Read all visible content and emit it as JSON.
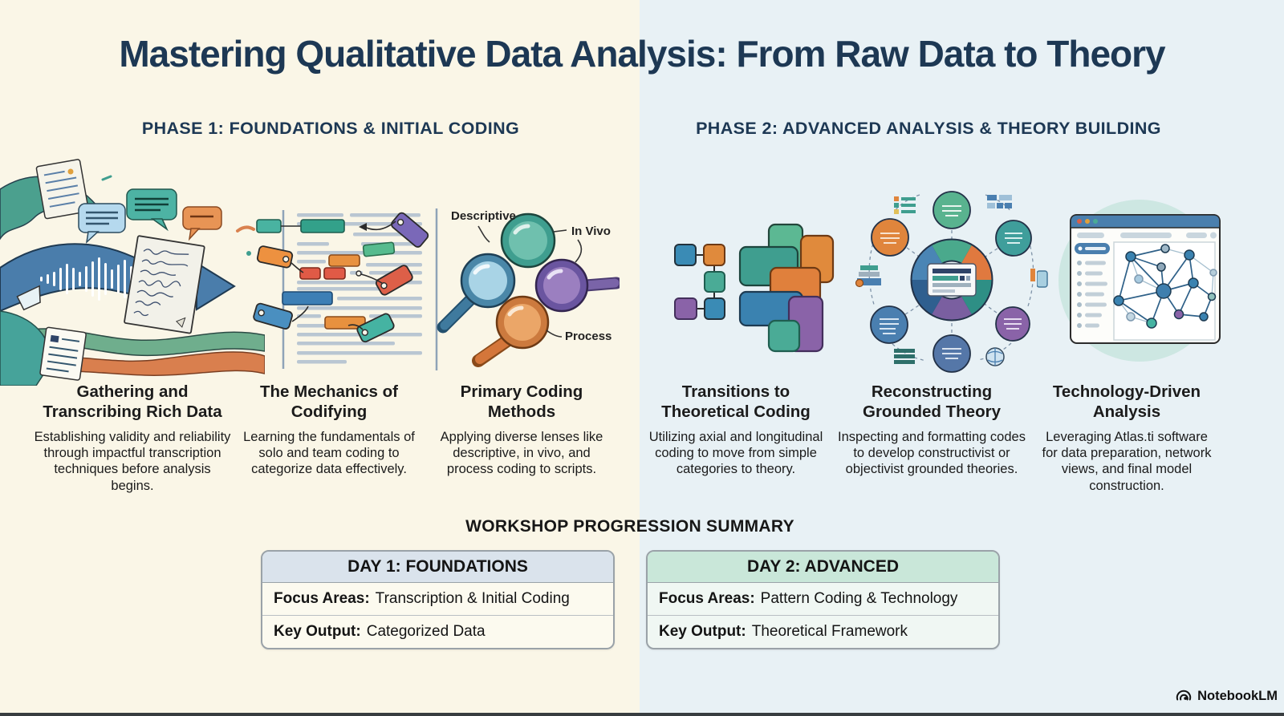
{
  "page": {
    "title": "Mastering Qualitative Data Analysis: From Raw Data to Theory",
    "watermark": "NotebookLM"
  },
  "phases": [
    {
      "label": "PHASE 1: FOUNDATIONS & INITIAL CODING",
      "columns": [
        {
          "title": "Gathering and\nTranscribing Rich Data",
          "description": "Establishing validity and reliability through impactful transcription techniques before analysis begins.",
          "illustration": "data-collection-flow-collage"
        },
        {
          "title": "The Mechanics of\nCodifying",
          "description": "Learning the fundamentals of solo and team coding to categorize data effectively.",
          "illustration": "document-tagging-illustration"
        },
        {
          "title": "Primary Coding\nMethods",
          "description": "Applying diverse lenses like descriptive, in vivo, and process coding to scripts.",
          "illustration": "magnifier-cluster-illustration",
          "labels": [
            "Descriptive",
            "In Vivo",
            "Process"
          ]
        }
      ]
    },
    {
      "label": "PHASE 2: ADVANCED ANALYSIS & THEORY BUILDING",
      "columns": [
        {
          "title": "Transitions to\nTheoretical Coding",
          "description": "Utilizing axial and longitudinal coding to move from simple categories to theory.",
          "illustration": "category-blocks-illustration"
        },
        {
          "title": "Reconstructing\nGrounded Theory",
          "description": "Inspecting and formatting codes to develop constructivist or objectivist grounded theories.",
          "illustration": "grounded-theory-wheel-illustration"
        },
        {
          "title": "Technology-Driven\nAnalysis",
          "description": "Leveraging Atlas.ti software for data preparation, network views, and final model construction.",
          "illustration": "network-software-window-illustration"
        }
      ]
    }
  ],
  "summary": {
    "heading": "WORKSHOP PROGRESSION SUMMARY",
    "tables": [
      {
        "header": "DAY 1: FOUNDATIONS",
        "rows": [
          {
            "label": "Focus Areas:",
            "value": "Transcription & Initial Coding"
          },
          {
            "label": "Key Output:",
            "value": "Categorized Data"
          }
        ]
      },
      {
        "header": "DAY 2: ADVANCED",
        "rows": [
          {
            "label": "Focus Areas:",
            "value": "Pattern Coding & Technology"
          },
          {
            "label": "Key Output:",
            "value": "Theoretical Framework"
          }
        ]
      }
    ]
  },
  "icons": {
    "watermark_logo": "notebooklm-logo-icon"
  },
  "colors": {
    "left_background": "#FAF6E7",
    "right_background": "#E8F1F5",
    "heading_navy": "#1D3854",
    "body_text": "#1B1B1B",
    "day1_header_bg": "#DAE3EC",
    "day2_header_bg": "#C9E7D9",
    "table_border": "#9AA2A8",
    "bottom_bar": "#383D40"
  }
}
